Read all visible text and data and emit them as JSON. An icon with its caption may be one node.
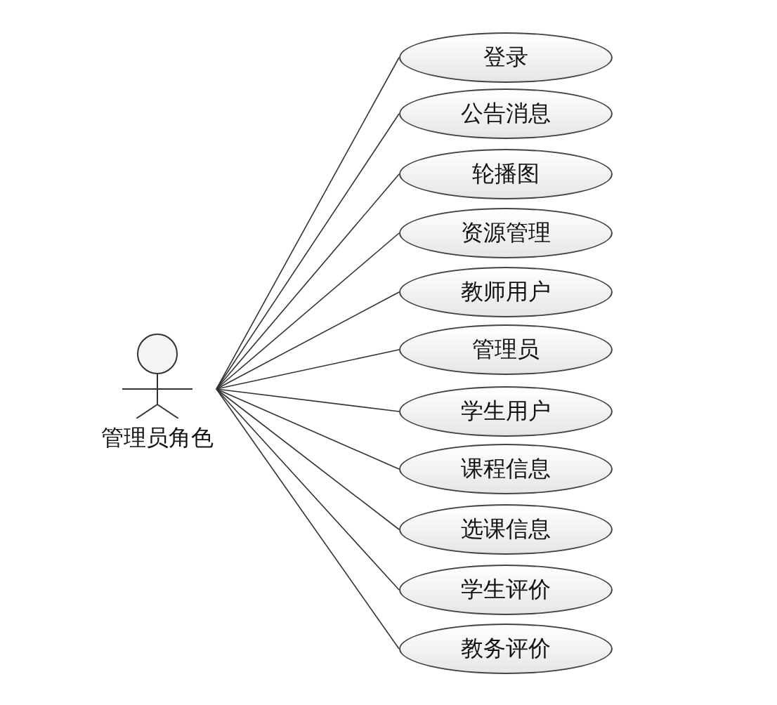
{
  "diagram": {
    "nodes": [
      {
        "text": [
          "管理员角色"
        ]
      },
      {
        "text": [
          "登录"
        ]
      },
      {
        "text": [
          "公告消息"
        ]
      },
      {
        "text": [
          "轮播图"
        ]
      },
      {
        "text": [
          "资源管理"
        ]
      },
      {
        "text": [
          "教师用户"
        ]
      },
      {
        "text": [
          "管理员"
        ]
      },
      {
        "text": [
          "学生用户"
        ]
      },
      {
        "text": [
          "课程信息"
        ]
      },
      {
        "text": [
          "选课信息"
        ]
      },
      {
        "text": [
          "学生评价"
        ]
      },
      {
        "text": [
          "教务评价"
        ]
      }
    ],
    "edges": [
      {
        "from": 0,
        "to": 1,
        "arrow": "none"
      },
      {
        "from": 0,
        "to": 2,
        "arrow": "none"
      },
      {
        "from": 0,
        "to": 3,
        "arrow": "none"
      },
      {
        "from": 0,
        "to": 4,
        "arrow": "none"
      },
      {
        "from": 0,
        "to": 5,
        "arrow": "none"
      },
      {
        "from": 0,
        "to": 6,
        "arrow": "none"
      },
      {
        "from": 0,
        "to": 7,
        "arrow": "none"
      },
      {
        "from": 0,
        "to": 8,
        "arrow": "none"
      },
      {
        "from": 0,
        "to": 9,
        "arrow": "none"
      },
      {
        "from": 0,
        "to": 10,
        "arrow": "none"
      },
      {
        "from": 0,
        "to": 11,
        "arrow": "none"
      }
    ]
  }
}
